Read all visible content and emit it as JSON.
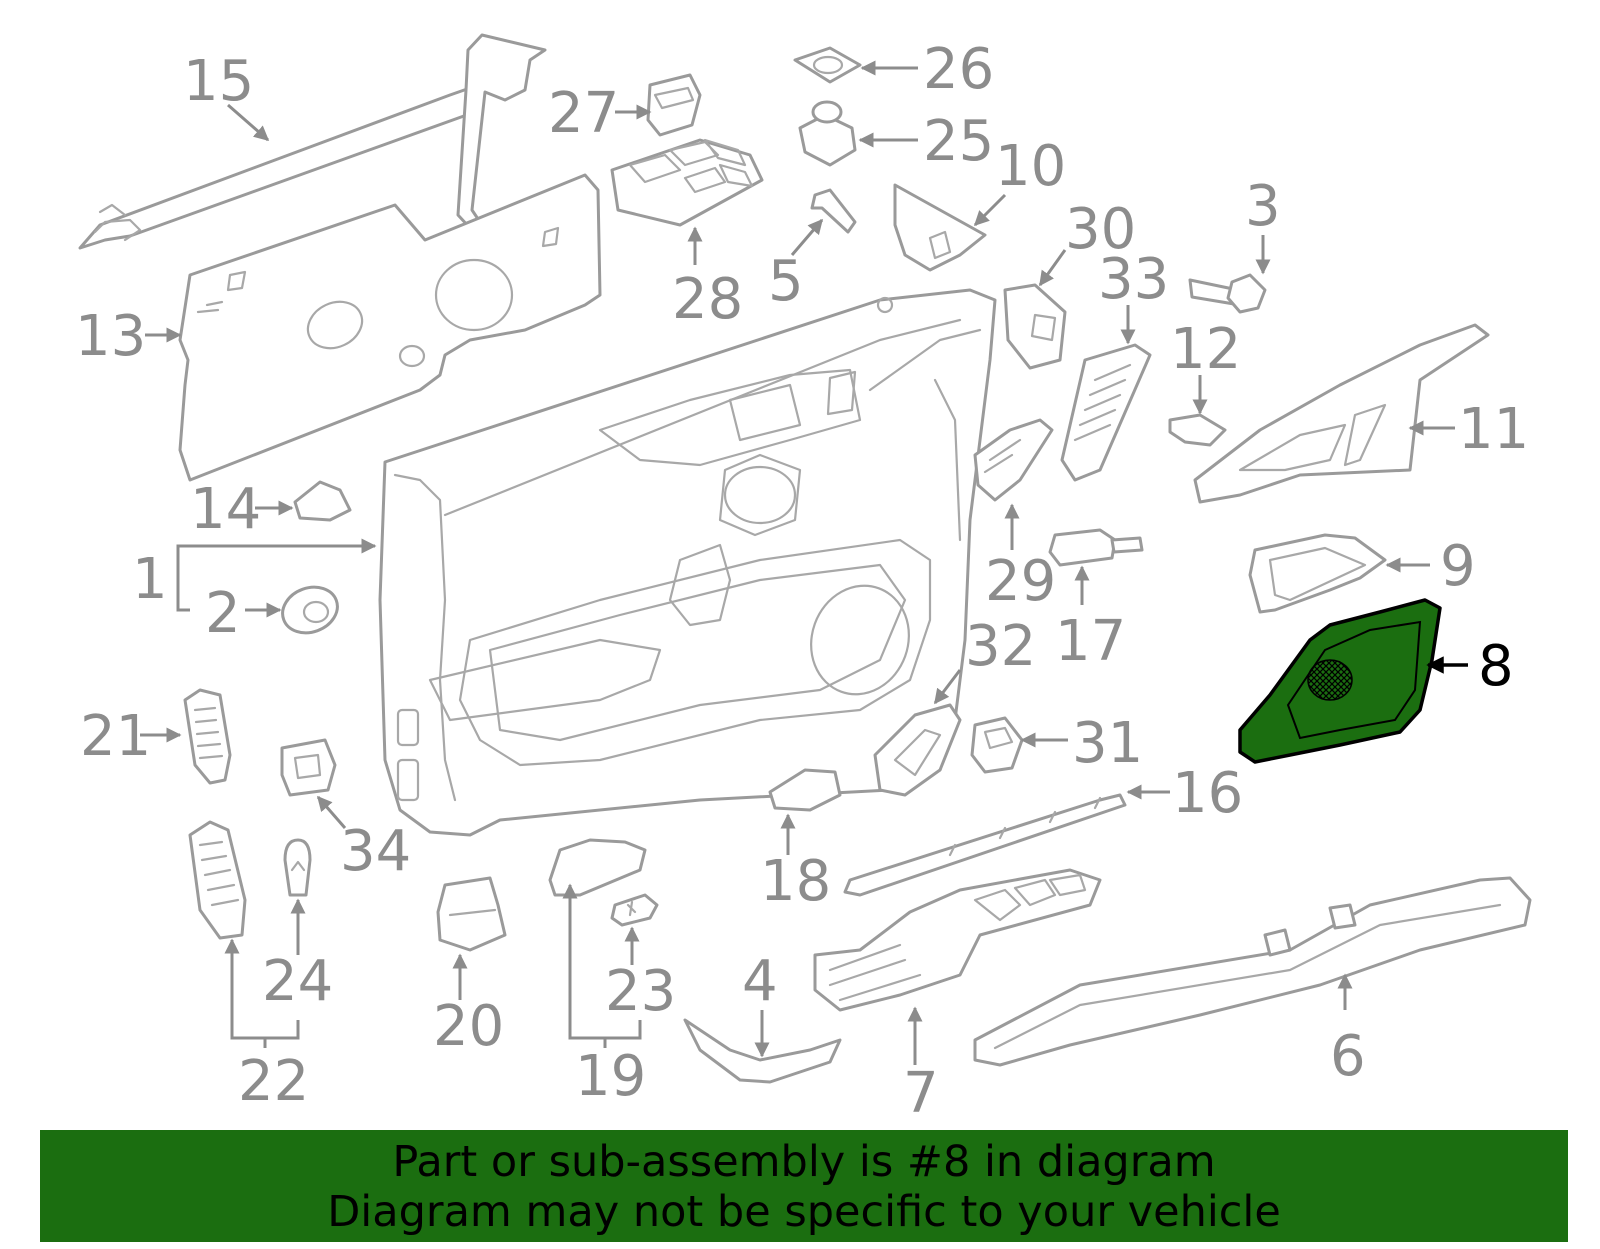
{
  "diagram": {
    "highlight_color": "#1b6e10",
    "part_color": "#9a9a9a",
    "labels": [
      "15",
      "27",
      "26",
      "25",
      "10",
      "30",
      "3",
      "33",
      "12",
      "11",
      "13",
      "28",
      "5",
      "14",
      "1",
      "2",
      "29",
      "17",
      "9",
      "8",
      "32",
      "31",
      "21",
      "16",
      "34",
      "18",
      "22",
      "24",
      "20",
      "23",
      "19",
      "4",
      "7",
      "6"
    ]
  },
  "highlighted_part": "8",
  "banner": {
    "line1": "Part or sub-assembly is #8 in diagram",
    "line2": "Diagram may not be specific to your vehicle",
    "background": "#1b6e10"
  }
}
